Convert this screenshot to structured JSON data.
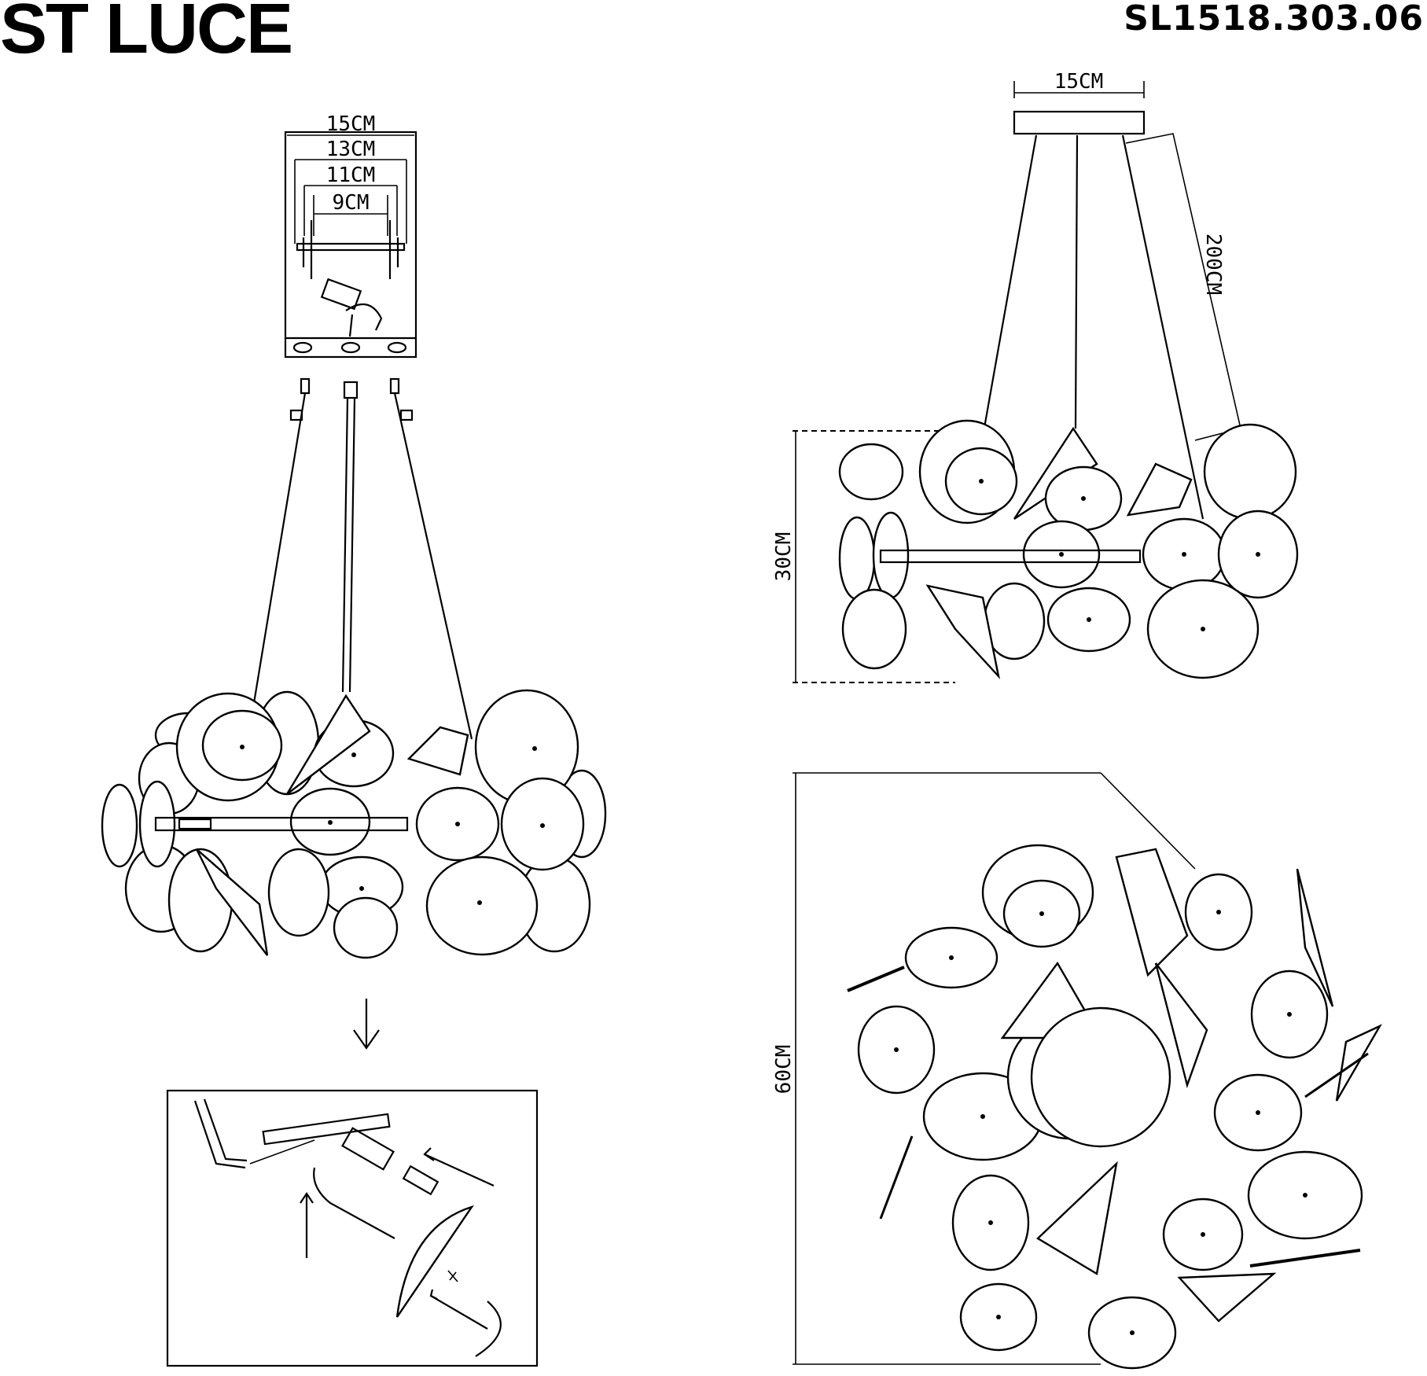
{
  "header": {
    "brand": "ST LUCE",
    "model_code": "SL1518.303.06"
  },
  "bracket_detail": {
    "dims": [
      "15CM",
      "13CM",
      "11CM",
      "9CM"
    ]
  },
  "side_view": {
    "canopy_width": "15CM",
    "cable_length": "200CM",
    "height": "30CM"
  },
  "top_view": {
    "diameter": "60CM"
  },
  "icons": {
    "arrow": "down-arrow-icon"
  },
  "colors": {
    "line": "#000000",
    "background": "#ffffff"
  }
}
